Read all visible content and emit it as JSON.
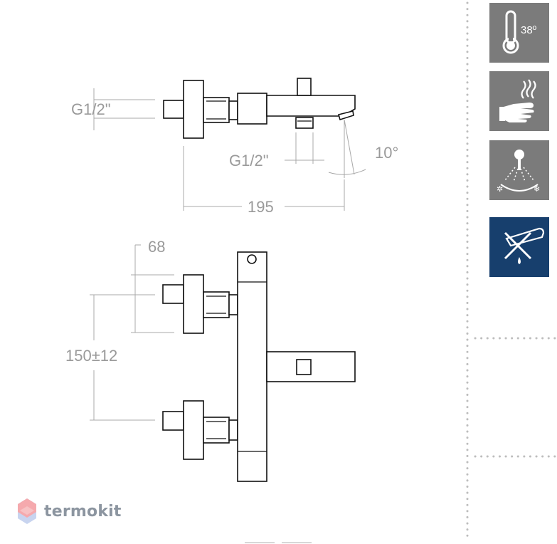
{
  "dimensions": {
    "thread_top": "G1/2\"",
    "thread_spout": "G1/2\"",
    "angle": "10°",
    "total_length": "195",
    "body_offset": "68",
    "centers": "150±12"
  },
  "badges": [
    {
      "icon": "thermometer-icon",
      "label": "38º",
      "bg": "#7b7b7b"
    },
    {
      "icon": "hot-water-hand-icon",
      "bg": "#7b7b7b"
    },
    {
      "icon": "shower-temperature-icon",
      "bg": "#7b7b7b"
    },
    {
      "icon": "no-limescale-icon",
      "bg": "#173f6d"
    }
  ],
  "logo": {
    "text": "termokit"
  }
}
